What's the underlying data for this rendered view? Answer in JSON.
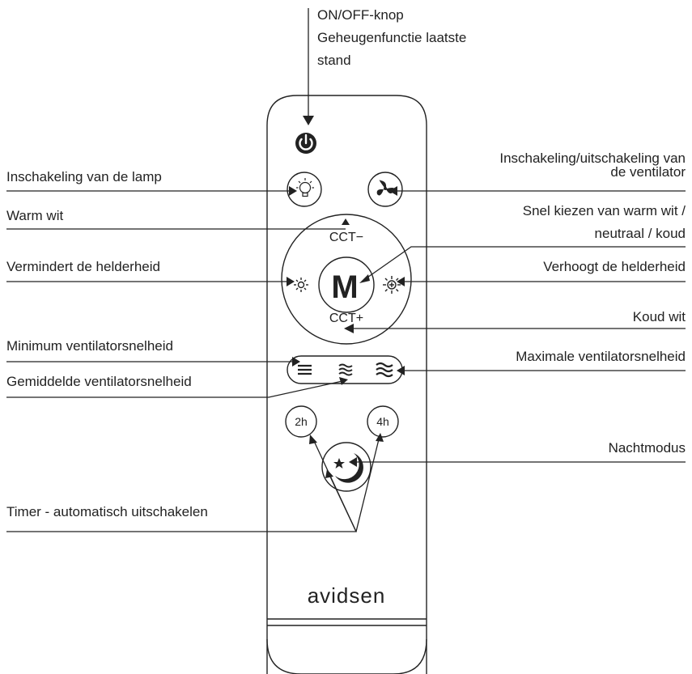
{
  "labels": {
    "power": [
      "ON/OFF-knop",
      "Geheugenfunctie laatste",
      "stand"
    ],
    "lamp_toggle": "Inschakeling van de lamp",
    "fan_toggle": [
      "Inschakeling/uitschakeling van",
      "de ventilator"
    ],
    "warm_white": "Warm wit",
    "color_select": [
      "Snel kiezen van warm wit /",
      "neutraal / koud"
    ],
    "brightness_down": "Vermindert de helderheid",
    "brightness_up": "Verhoogt de helderheid",
    "cold_white": "Koud wit",
    "fan_min": "Minimum ventilatorsnelheid",
    "fan_mid": "Gemiddelde ventilatorsnelheid",
    "fan_max": "Maximale ventilatorsnelheid",
    "night_mode": "Nachtmodus",
    "timer": "Timer - automatisch uitschakelen"
  },
  "remote": {
    "cct_minus": "CCT−",
    "cct_plus": "CCT+",
    "mode": "M",
    "timer_2h": "2h",
    "timer_4h": "4h",
    "brand": "avidsen"
  },
  "icons": {
    "power": "power-icon",
    "lamp": "lightbulb-icon",
    "fan": "fan-icon",
    "sun_minus": "brightness-down-icon",
    "sun_plus": "brightness-up-icon",
    "wave_low": "fan-speed-low-icon",
    "wave_mid": "fan-speed-mid-icon",
    "wave_high": "fan-speed-high-icon",
    "moon": "moon-star-icon"
  }
}
